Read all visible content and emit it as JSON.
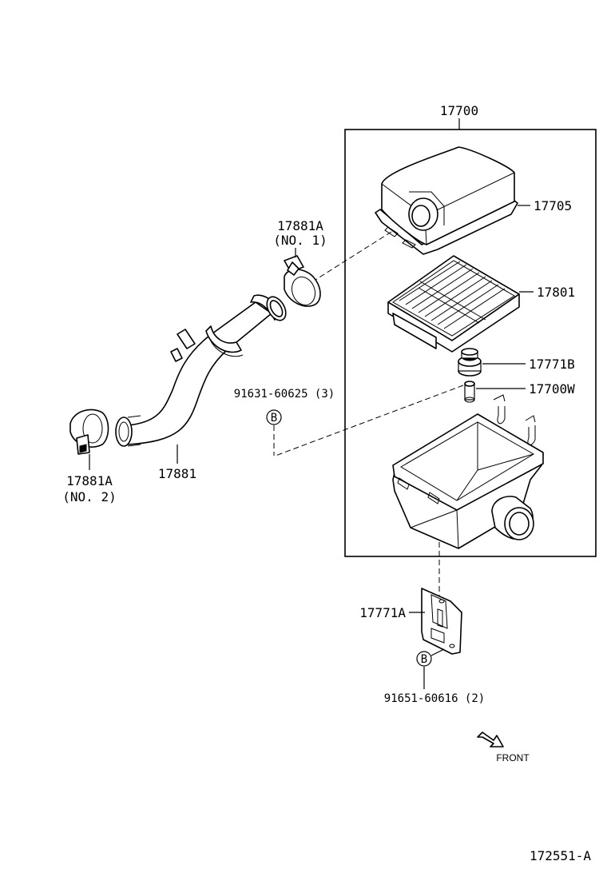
{
  "labels": {
    "assembly": "17700",
    "cap": "17705",
    "element": "17801",
    "grommet": "17771B",
    "collar": "17700W",
    "hose": "17881",
    "clamp1": "17881A",
    "clamp1_note": "(NO. 1)",
    "clamp2": "17881A",
    "clamp2_note": "(NO. 2)",
    "bolt_b_upper": "91631-60625 (3)",
    "bracket": "17771A",
    "bolt_b_lower": "91651-60616 (2)",
    "callout_b": "B",
    "front": "FRONT",
    "drawing_no": "172551-A"
  }
}
